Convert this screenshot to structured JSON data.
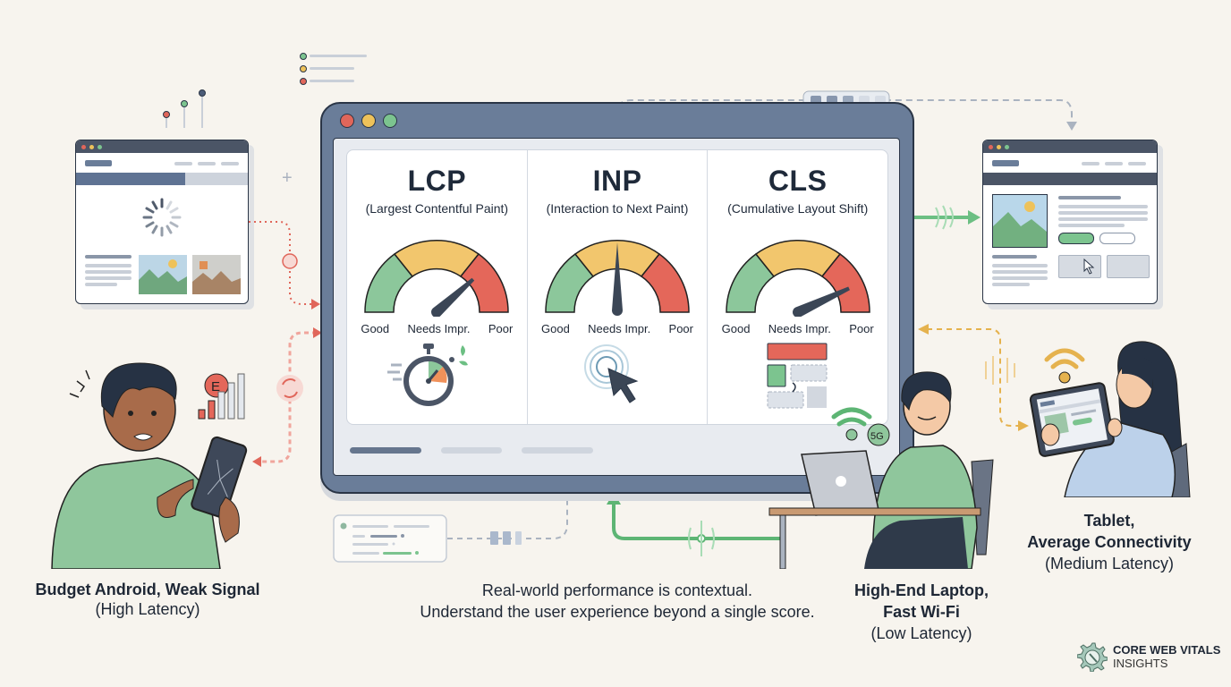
{
  "monitor": {
    "window_dots": [
      "#e0665a",
      "#eec25a",
      "#7cc48f"
    ],
    "metrics": [
      {
        "abbr": "LCP",
        "full": "(Largest Contentful Paint)",
        "needle_angle": 42,
        "icon": "stopwatch-icon"
      },
      {
        "abbr": "INP",
        "full": "(Interaction to Next Paint)",
        "needle_angle": 90,
        "icon": "cursor-click-icon"
      },
      {
        "abbr": "CLS",
        "full": "(Cumulative Layout Shift)",
        "needle_angle": 25,
        "icon": "layout-shift-icon"
      }
    ],
    "gauge_labels": {
      "good": "Good",
      "needs": "Needs Impr.",
      "poor": "Poor"
    },
    "gauge_colors": {
      "good": "#8cc79b",
      "needs": "#f2c66d",
      "poor": "#e4675a",
      "needle": "#3b4656"
    }
  },
  "devices": [
    {
      "title": "Budget Android, Weak Signal",
      "subtitle": "(High Latency)",
      "network_badge": "E",
      "accent": "#e4675a"
    },
    {
      "title_line1": "High-End Laptop,",
      "title_line2": "Fast Wi-Fi",
      "subtitle": "(Low Latency)",
      "network_badge": "5G",
      "accent": "#5db574"
    },
    {
      "title_line1": "Tablet,",
      "title_line2": "Average Connectivity",
      "subtitle": "(Medium Latency)",
      "accent": "#e5b24e"
    }
  ],
  "message": {
    "line1": "Real-world performance is contextual.",
    "line2": "Understand the user experience beyond a single score."
  },
  "brand": {
    "line1": "CORE WEB VITALS",
    "line2": "INSIGHTS"
  }
}
